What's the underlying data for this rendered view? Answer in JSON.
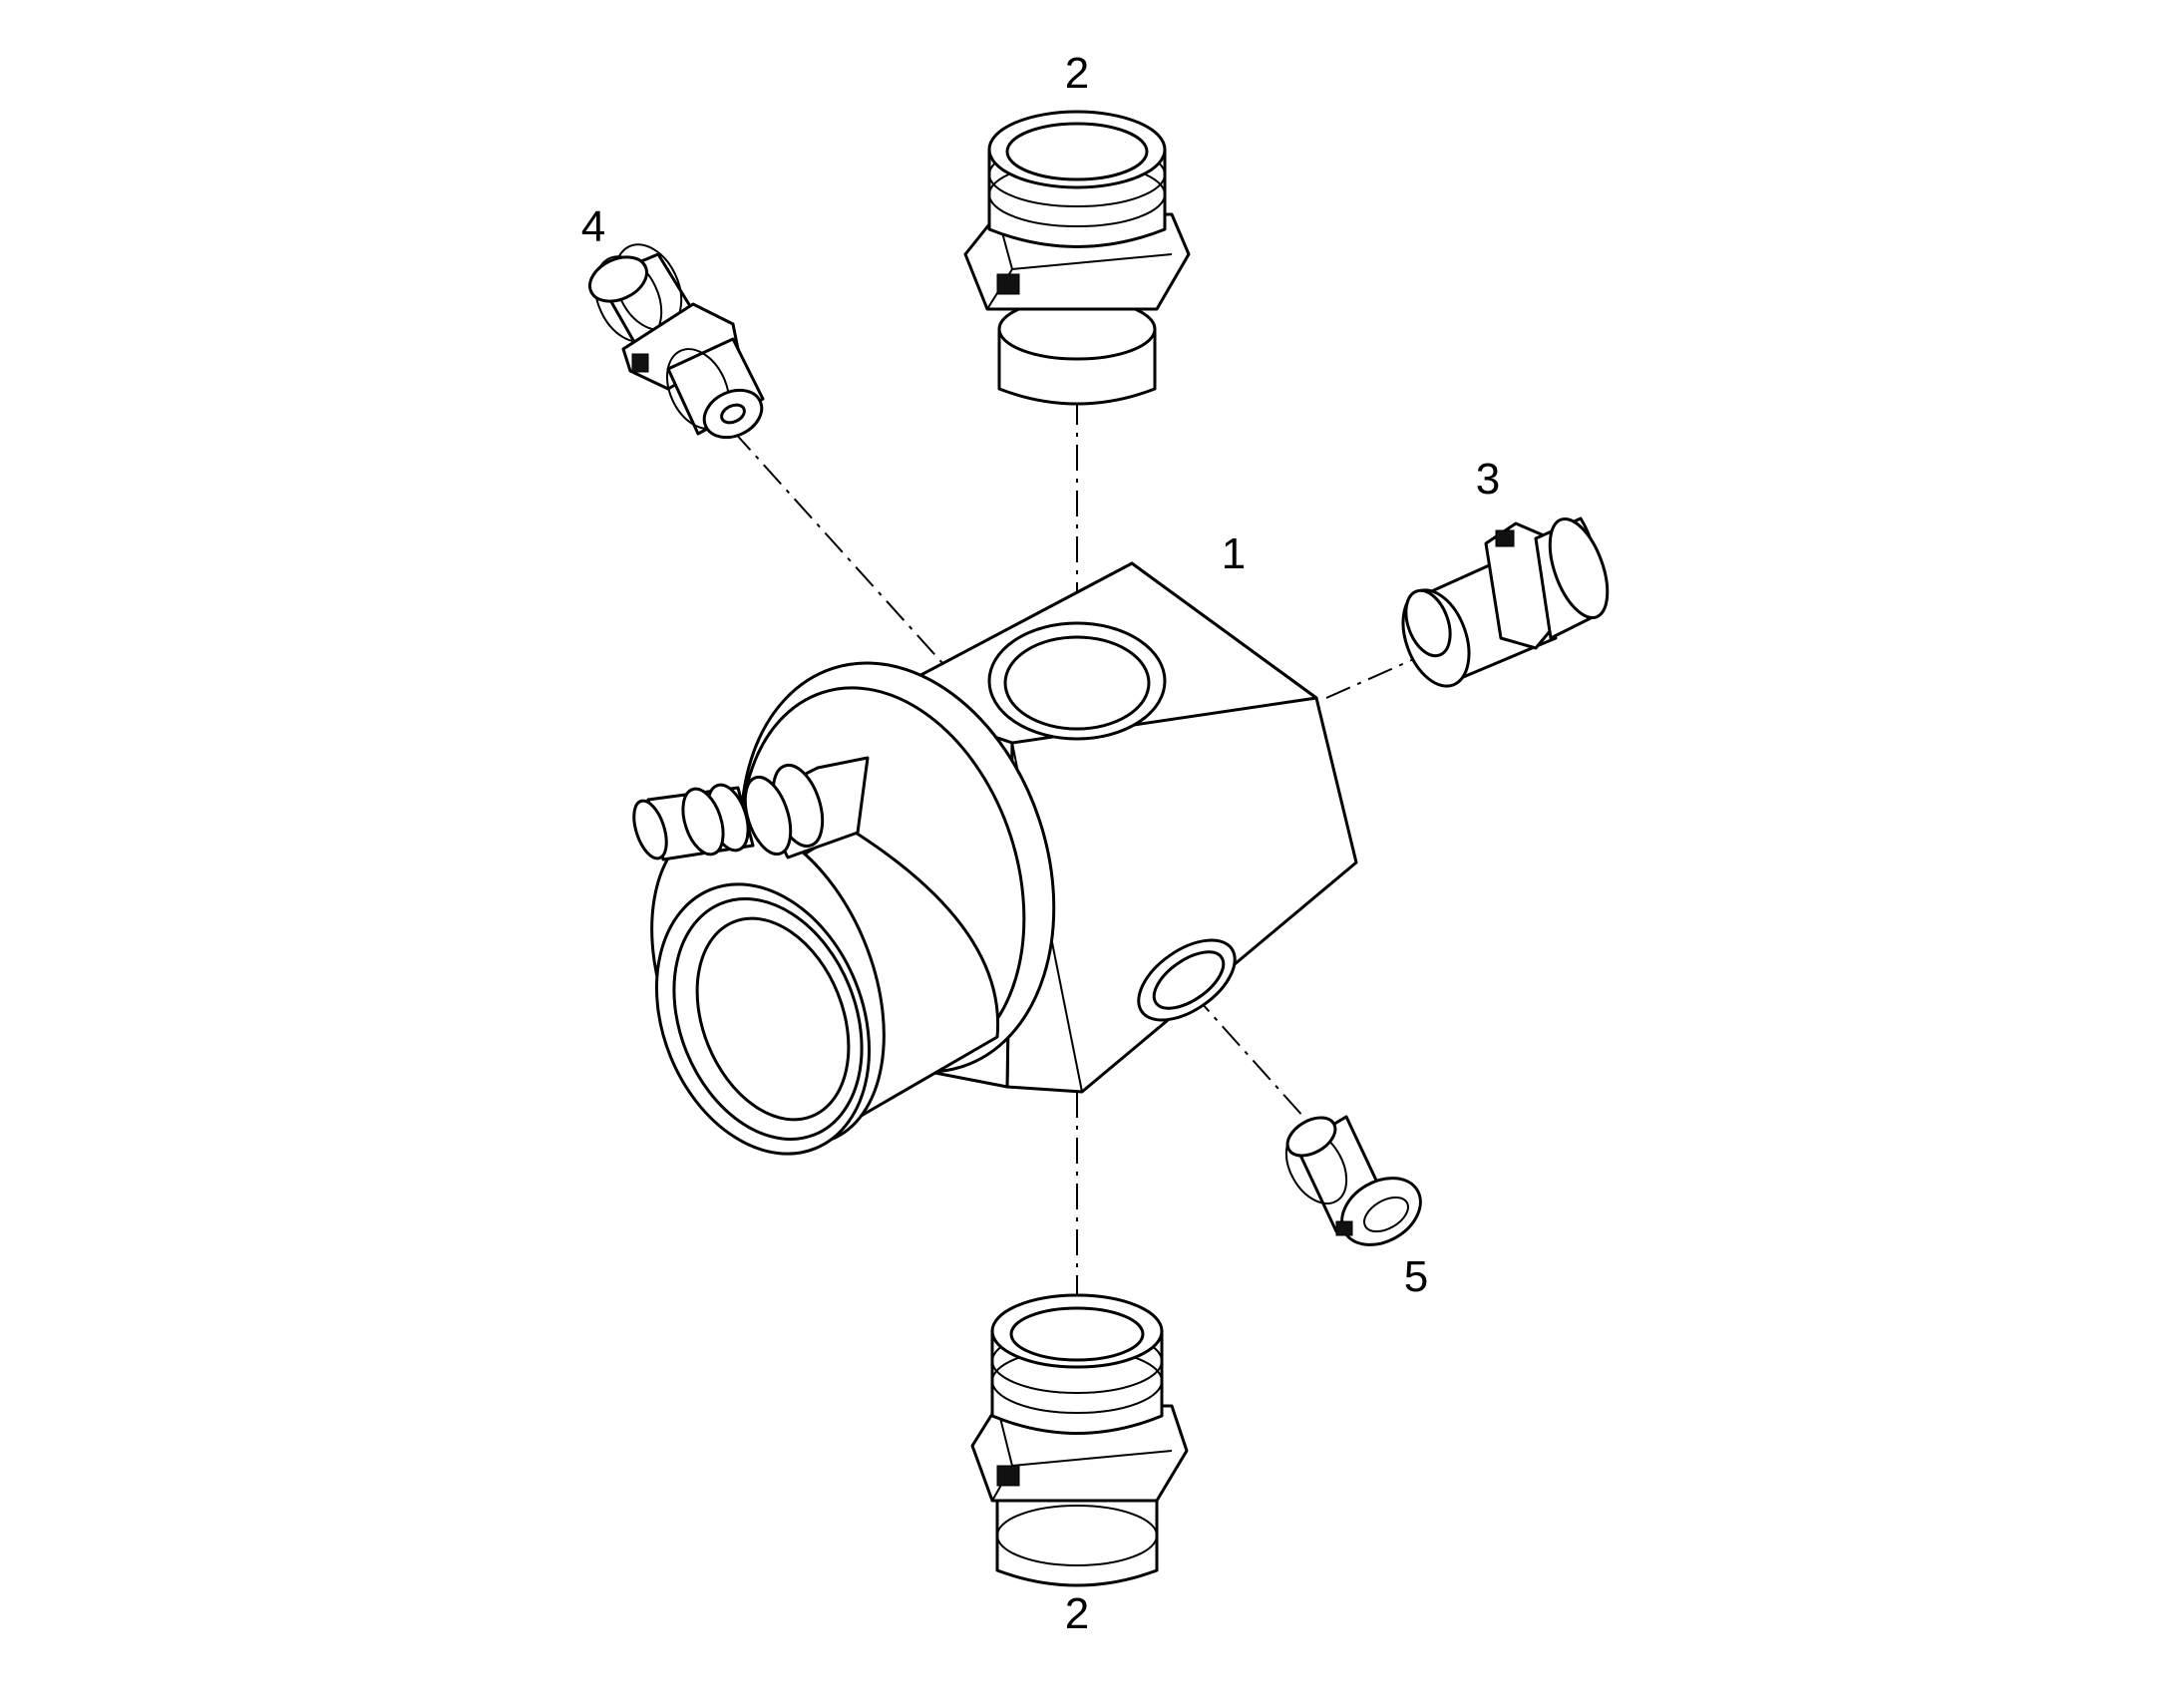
{
  "callouts": {
    "item_1": "1",
    "item_2_top": "2",
    "item_2_bottom": "2",
    "item_3": "3",
    "item_4": "4",
    "item_5": "5"
  },
  "colors": {
    "line": "#000000",
    "background": "#ffffff"
  }
}
